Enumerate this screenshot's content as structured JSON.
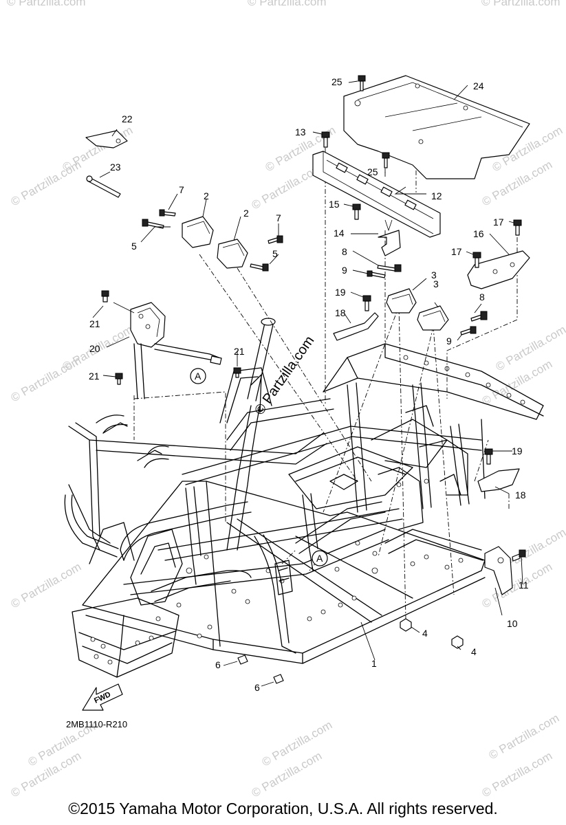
{
  "watermark": {
    "text": "© Partzilla.com",
    "center_text": "© Partzilla.com",
    "color": "#c9c9c9"
  },
  "callouts": {
    "c1": "1",
    "c2a": "2",
    "c2b": "2",
    "c3a": "3",
    "c3b": "3",
    "c4a": "4",
    "c4b": "4",
    "c5a": "5",
    "c5b": "5",
    "c6a": "6",
    "c6b": "6",
    "c7a": "7",
    "c7b": "7",
    "c8a": "8",
    "c8b": "8",
    "c9a": "9",
    "c9b": "9",
    "c10": "10",
    "c11": "11",
    "c12": "12",
    "c13": "13",
    "c14": "14",
    "c15": "15",
    "c16": "16",
    "c17a": "17",
    "c17b": "17",
    "c18a": "18",
    "c18b": "18",
    "c19a": "19",
    "c19b": "19",
    "c20": "20",
    "c21a": "21",
    "c21b": "21",
    "c21c": "21",
    "c22": "22",
    "c23": "23",
    "c24": "24",
    "c25a": "25",
    "c25b": "25",
    "refA1": "A",
    "refA2": "A"
  },
  "fwd_label": "FWD",
  "diagram_code": "2MB1110-R210",
  "copyright": "©2015 Yamaha Motor Corporation, U.S.A. All rights reserved."
}
